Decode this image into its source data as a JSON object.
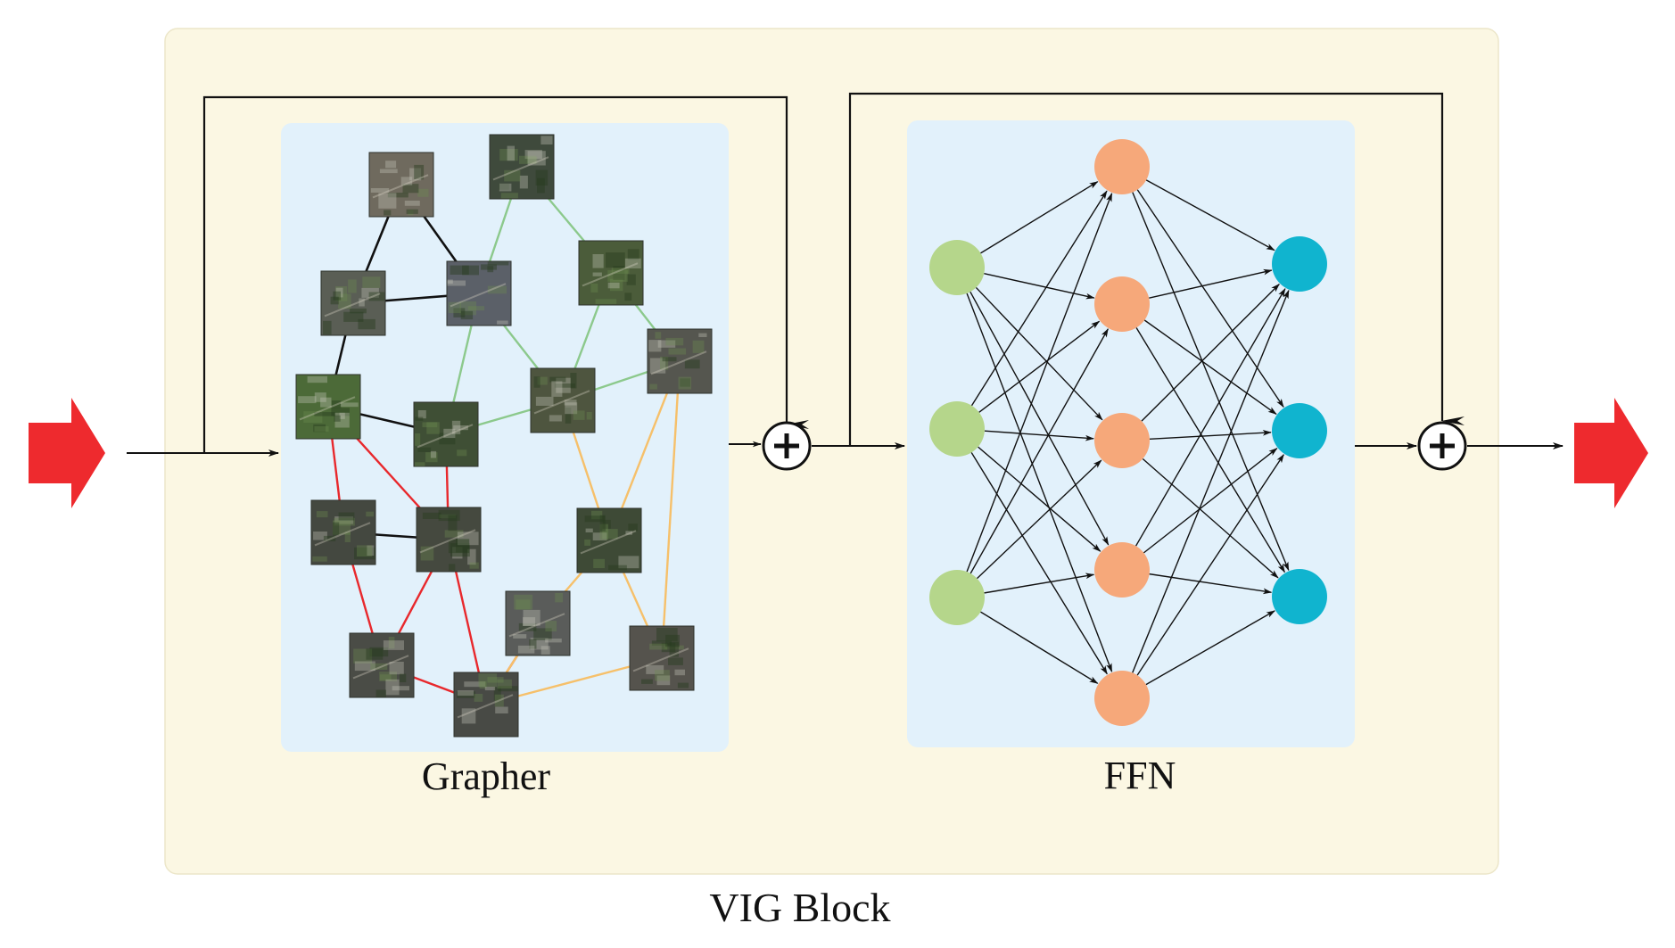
{
  "labels": {
    "grapher": "Grapher",
    "ffn": "FFN",
    "block": "VIG Block"
  },
  "colors": {
    "block_bg": "#fbf7e3",
    "panel_bg": "#e2f1fb",
    "input_arrow": "#ee2a2e",
    "edge_black": "#111111",
    "edge_green": "#8cc98c",
    "edge_red": "#e8282c",
    "edge_orange": "#f6c06a",
    "ffn_input": "#b5d68b",
    "ffn_hidden": "#f6a87a",
    "ffn_output": "#10b4cf"
  },
  "grapher": {
    "patches": [
      {
        "id": "p1",
        "tint": "#6f6a5e"
      },
      {
        "id": "p2",
        "tint": "#3f4a3c"
      },
      {
        "id": "p3",
        "tint": "#4b5c3a"
      },
      {
        "id": "p4",
        "tint": "#5a5e55"
      },
      {
        "id": "p5",
        "tint": "#5b6068"
      },
      {
        "id": "p6",
        "tint": "#55564f"
      },
      {
        "id": "p7",
        "tint": "#4e553f"
      },
      {
        "id": "p8",
        "tint": "#4c6a38"
      },
      {
        "id": "p9",
        "tint": "#3f4f35"
      },
      {
        "id": "p10",
        "tint": "#444840"
      },
      {
        "id": "p11",
        "tint": "#45493f"
      },
      {
        "id": "p12",
        "tint": "#3e4a36"
      },
      {
        "id": "p13",
        "tint": "#5a5c5a"
      },
      {
        "id": "p14",
        "tint": "#4a4c46"
      },
      {
        "id": "p15",
        "tint": "#55534d"
      },
      {
        "id": "p16",
        "tint": "#484a45"
      }
    ],
    "edges": [
      {
        "from": "p1",
        "to": "p4",
        "color": "black"
      },
      {
        "from": "p1",
        "to": "p5",
        "color": "black"
      },
      {
        "from": "p4",
        "to": "p5",
        "color": "black"
      },
      {
        "from": "p4",
        "to": "p8",
        "color": "black"
      },
      {
        "from": "p8",
        "to": "p9",
        "color": "black"
      },
      {
        "from": "p10",
        "to": "p11",
        "color": "black"
      },
      {
        "from": "p2",
        "to": "p5",
        "color": "green"
      },
      {
        "from": "p2",
        "to": "p3",
        "color": "green"
      },
      {
        "from": "p5",
        "to": "p7",
        "color": "green"
      },
      {
        "from": "p3",
        "to": "p7",
        "color": "green"
      },
      {
        "from": "p3",
        "to": "p6",
        "color": "green"
      },
      {
        "from": "p5",
        "to": "p9",
        "color": "green"
      },
      {
        "from": "p9",
        "to": "p7",
        "color": "green"
      },
      {
        "from": "p7",
        "to": "p6",
        "color": "green"
      },
      {
        "from": "p8",
        "to": "p10",
        "color": "red"
      },
      {
        "from": "p8",
        "to": "p11",
        "color": "red"
      },
      {
        "from": "p9",
        "to": "p11",
        "color": "red"
      },
      {
        "from": "p10",
        "to": "p14",
        "color": "red"
      },
      {
        "from": "p11",
        "to": "p14",
        "color": "red"
      },
      {
        "from": "p11",
        "to": "p16",
        "color": "red"
      },
      {
        "from": "p14",
        "to": "p16",
        "color": "red"
      },
      {
        "from": "p13",
        "to": "p16",
        "color": "red"
      },
      {
        "from": "p7",
        "to": "p12",
        "color": "orange"
      },
      {
        "from": "p6",
        "to": "p12",
        "color": "orange"
      },
      {
        "from": "p6",
        "to": "p15",
        "color": "orange"
      },
      {
        "from": "p12",
        "to": "p13",
        "color": "orange"
      },
      {
        "from": "p12",
        "to": "p15",
        "color": "orange"
      },
      {
        "from": "p13",
        "to": "p16",
        "color": "orange"
      },
      {
        "from": "p15",
        "to": "p16",
        "color": "orange"
      }
    ]
  },
  "ffn": {
    "layers": [
      {
        "name": "input",
        "count": 3
      },
      {
        "name": "hidden",
        "count": 5
      },
      {
        "name": "output",
        "count": 3
      }
    ]
  }
}
